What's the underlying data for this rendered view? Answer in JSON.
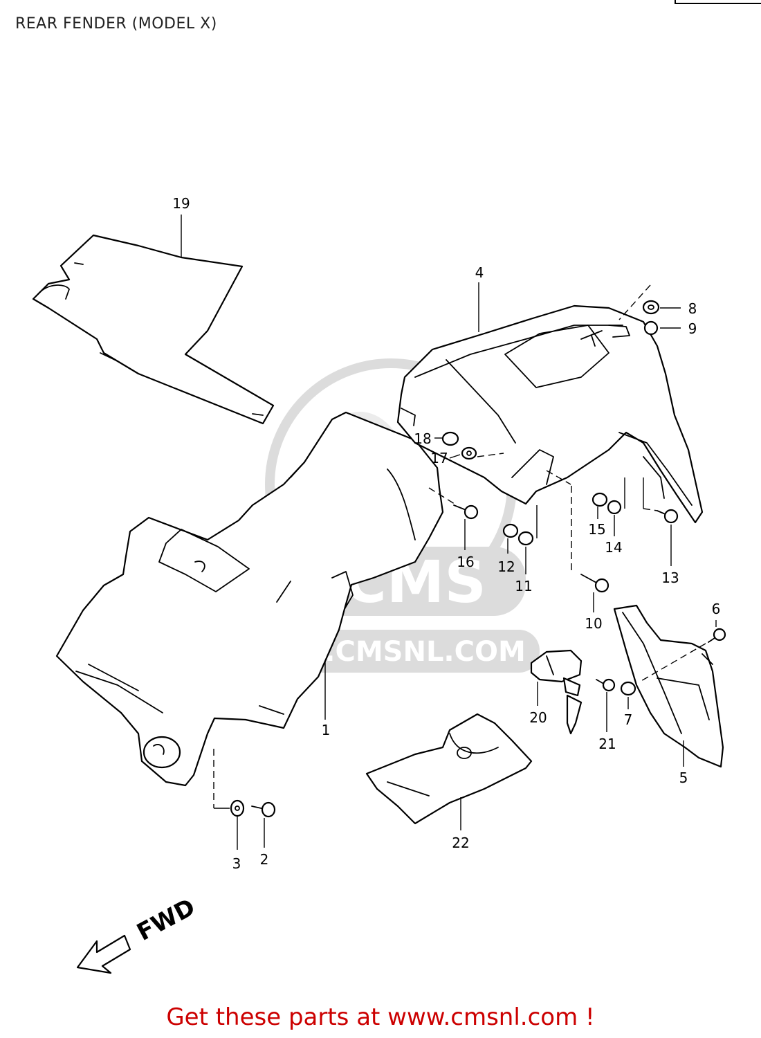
{
  "title": "REAR FENDER (MODEL X)",
  "watermark": {
    "brand": "CMS",
    "url": "WWW.CMSNL.COM"
  },
  "direction_label": "FWD",
  "footer": "Get these parts at www.cmsnl.com !",
  "callouts": {
    "p1": "1",
    "p2": "2",
    "p3": "3",
    "p4": "4",
    "p5": "5",
    "p6": "6",
    "p7": "7",
    "p8": "8",
    "p9": "9",
    "p10": "10",
    "p11": "11",
    "p12": "12",
    "p13": "13",
    "p14": "14",
    "p15": "15",
    "p16": "16",
    "p17": "17",
    "p18": "18",
    "p19": "19",
    "p20": "20",
    "p21": "21",
    "p22": "22"
  }
}
